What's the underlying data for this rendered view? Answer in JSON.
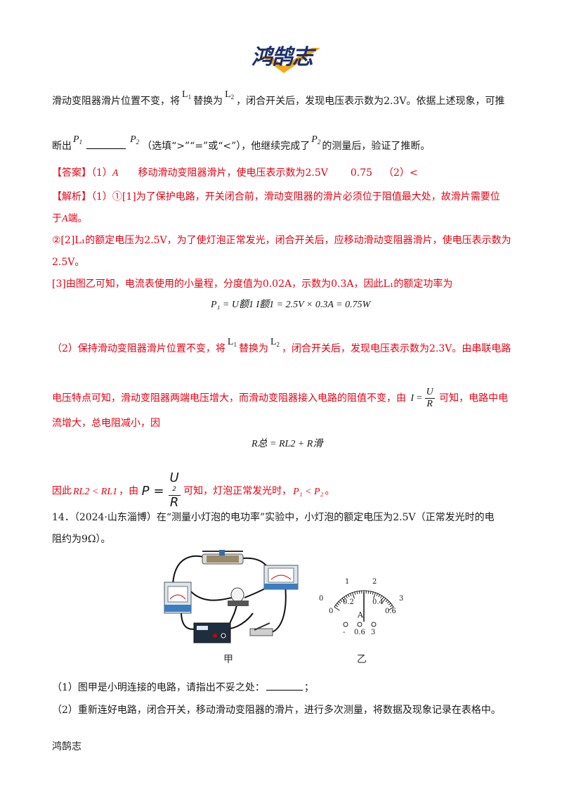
{
  "logo": {
    "text": "鸿鹄志"
  },
  "lines": {
    "l1": "滑动变阻器滑片位置不变，将",
    "l1_L1": "L",
    "l1_L1_sub": "1",
    "l1_mid": "替换为",
    "l1_L2": "L",
    "l1_L2_sub": "2",
    "l1_end": "，闭合开关后，发现电压表示数为2.3V。依据上述现象，可推",
    "l2_a": "断出",
    "l2_P1": "P",
    "l2_P1_sub": "1",
    "l2_P2": "P",
    "l2_P2_sub": "2",
    "l2_b": "（选填“>”“=”或“<”），他继续完成了",
    "l2_P": "P",
    "l2_P_sub": "2",
    "l2_c": "的测量后，验证了推断。"
  },
  "answer": {
    "tag": "【答案】",
    "p1": "（1）",
    "A": "A",
    "p2": "移动滑动变阻器滑片，使电压表示数为2.5V",
    "p3": "0.75",
    "p4": "（2）<"
  },
  "analysis": {
    "tag": "【解析】",
    "a1": "（1）①[1]为了保护电路，开关闭合前，滑动变阻器的滑片必须位于阻值最大处，故滑片需要位",
    "a2a": "于",
    "a2_A": "A",
    "a2b": "端。",
    "a3": "②[2]L₁的额定电压为2.5V，为了使灯泡正常发光，闭合开关后，应移动滑动变阻器滑片，使电压表示数为",
    "a4": "2.5V。",
    "a5": "[3]由图乙可知，电流表使用的小量程，分度值为0.02A，示数为0.3A，因此L₁的额定功率为",
    "eq1": "P₁ = U额1 I额1 = 2.5V × 0.3A = 0.75W",
    "a6a": "（2）保持滑动变阻器滑片位置不变，将",
    "a6_L1": "L",
    "a6_L1_sub": "1",
    "a6_mid": "替换为",
    "a6_L2": "L",
    "a6_L2_sub": "2",
    "a6b": "，闭合开关后，发现电压表示数为2.3V。由串联电路",
    "a7a": "电压特点可知，滑动变阻器两端电压增大，而滑动变阻器接入电路的阻值不变，由",
    "a7_I": "I",
    "a7_eq": "=",
    "a7_U": "U",
    "a7_R": "R",
    "a7b": "可知，电路中电",
    "a8": "流增大，总电阻减小，因",
    "eq2": "R总 = RL2 + R滑",
    "a9a": "因此",
    "a9_ineq": "RL2 < RL1",
    "a9b": "，由",
    "a9_P": "P",
    "a9_eq": "=",
    "a9_U": "U",
    "a9_U_sup": "2",
    "a9_R": "R",
    "a9c": "可知，灯泡正常发光时，",
    "a9_ineq2": "P₁ < P₂",
    "a9d": "。"
  },
  "question14": {
    "q1": "14．（2024·山东淄博）在“测量小灯泡的电功率”实验中，小灯泡的额定电压为2.5V（正常发光时的电",
    "q2": "阻约为9Ω）。",
    "fig_jia": "甲",
    "fig_yi": "乙",
    "meter": {
      "top_labels": [
        "1",
        "2"
      ],
      "outer_labels": [
        "0",
        "3"
      ],
      "inner_labels": [
        "0.2",
        "0.4"
      ],
      "bottom_labels": [
        "0",
        "0.6"
      ],
      "unit": "A",
      "terminals": [
        "-",
        "0.6",
        "3"
      ]
    },
    "s1": "（1）图甲是小明连接的电路，请指出不妥之处：",
    "s1_end": "；",
    "s2": "（2）重新连好电路，闭合开关，移动滑动变阻器的滑片，进行多次测量，将数据及现象记录在表格中。"
  },
  "footer": {
    "text": "鸿鹄志"
  }
}
